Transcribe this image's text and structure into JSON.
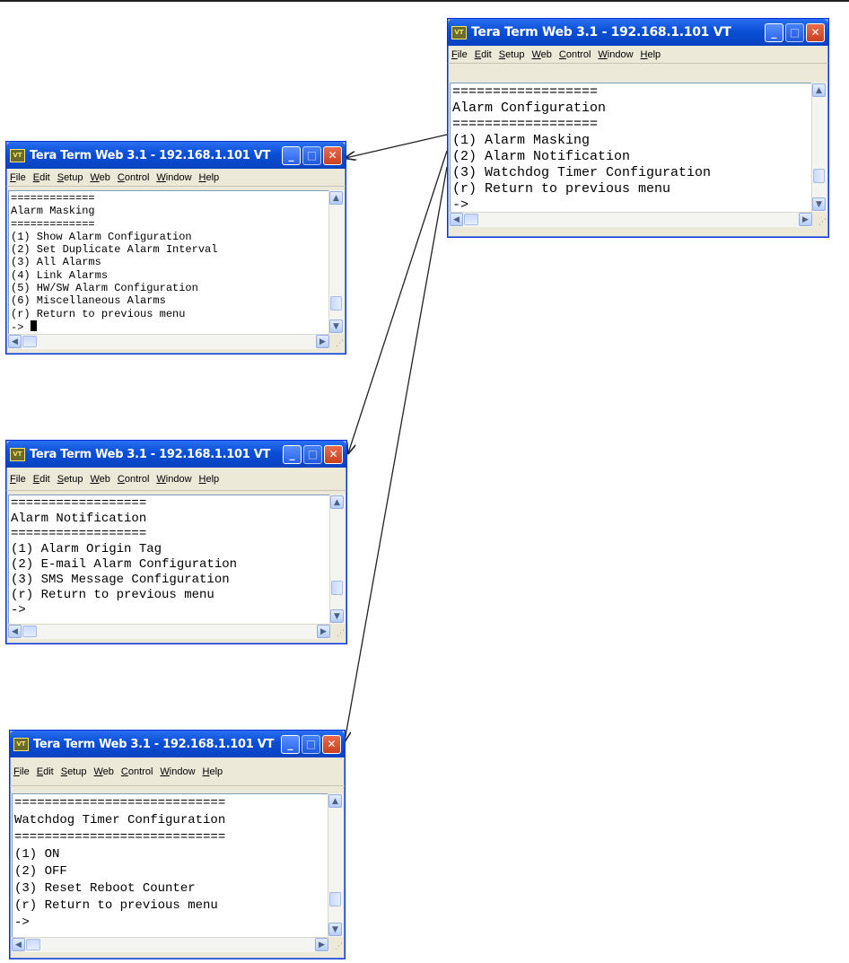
{
  "menu": [
    "File",
    "Edit",
    "Setup",
    "Web",
    "Control",
    "Window",
    "Help"
  ],
  "windows": {
    "main": {
      "title": "Tera Term Web 3.1 - 192.168.1.101 VT",
      "icon": "VT",
      "lines": [
        "==================",
        "Alarm Configuration",
        "==================",
        "(1) Alarm Masking",
        "(2) Alarm Notification",
        "(3) Watchdog Timer Configuration",
        "(r) Return to previous menu",
        "->"
      ]
    },
    "masking": {
      "title": "Tera Term Web 3.1 - 192.168.1.101 VT",
      "icon": "VT",
      "lines": [
        "=============",
        "Alarm Masking",
        "=============",
        "(1) Show Alarm Configuration",
        "(2) Set Duplicate Alarm Interval",
        "(3) All Alarms",
        "(4) Link Alarms",
        "(5) HW/SW Alarm Configuration",
        "(6) Miscellaneous Alarms",
        "(r) Return to previous menu",
        "-> "
      ]
    },
    "notification": {
      "title": "Tera Term Web 3.1 - 192.168.1.101 VT",
      "icon": "VT",
      "lines": [
        "==================",
        "Alarm Notification",
        "==================",
        "(1) Alarm Origin Tag",
        "(2) E-mail Alarm Configuration",
        "(3) SMS Message Configuration",
        "(r) Return to previous menu",
        "->"
      ]
    },
    "watchdog": {
      "title": "Tera Term Web 3.1 - 192.168.1.101 VT",
      "icon": "VT",
      "lines": [
        "============================",
        "Watchdog Timer Configuration",
        "============================",
        "(1) ON",
        "(2) OFF",
        "(3) Reset Reboot Counter",
        "(r) Return to previous menu",
        "->"
      ]
    }
  },
  "colors": {
    "titlebar": "#0a4fd6",
    "close": "#c9401f",
    "window_bg": "#ece9d8",
    "connector": "#222222"
  }
}
